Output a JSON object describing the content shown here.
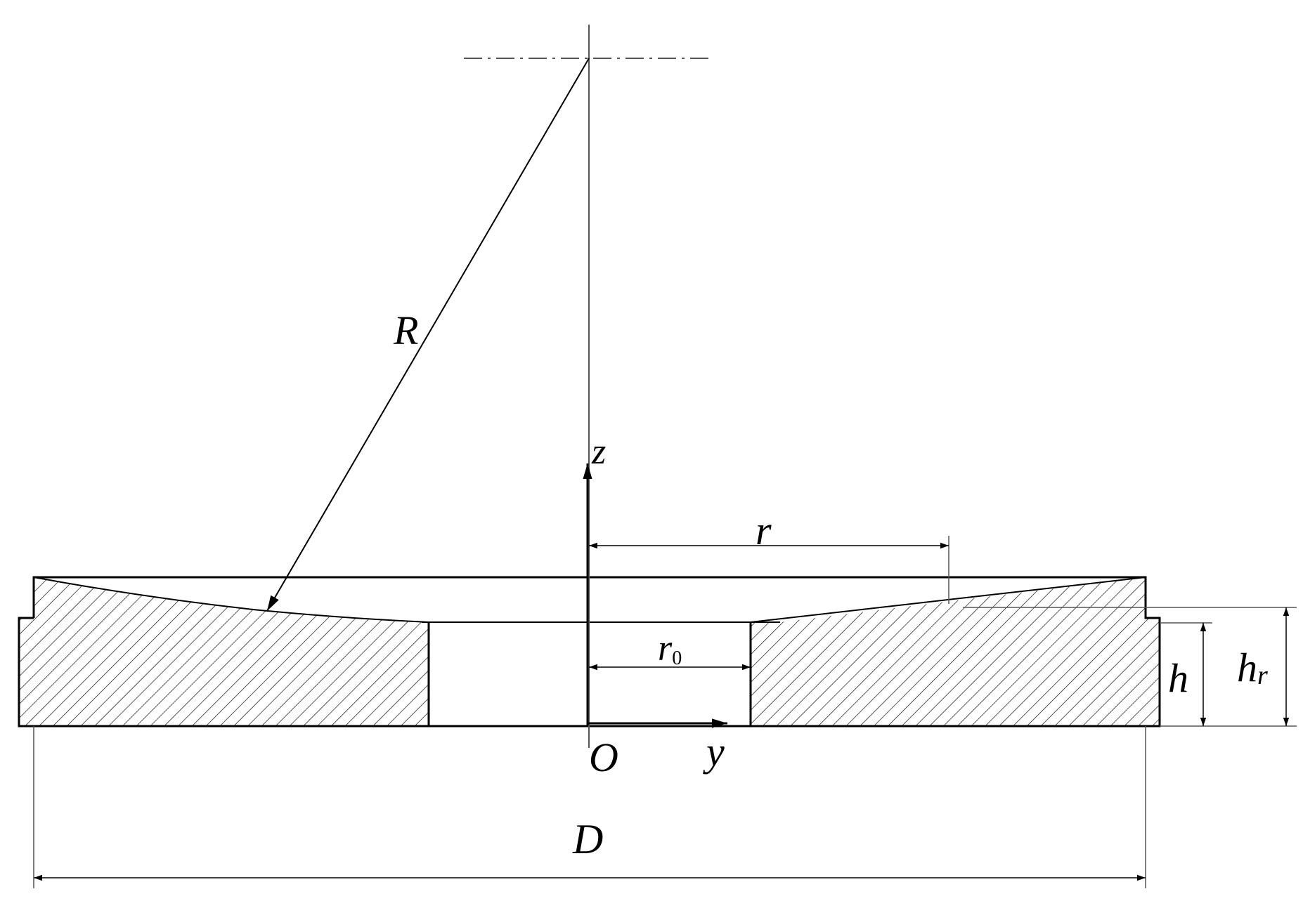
{
  "labels": {
    "R": "R",
    "z": "z",
    "r": "r",
    "r0_main": "r",
    "r0_sub": "0",
    "h": "h",
    "hr_main": "h",
    "hr_sub": "r",
    "O": "O",
    "y": "y",
    "D": "D"
  },
  "colors": {
    "line": "#000000",
    "thin_line": "#333333",
    "hatch": "#000000",
    "background": "#ffffff"
  }
}
